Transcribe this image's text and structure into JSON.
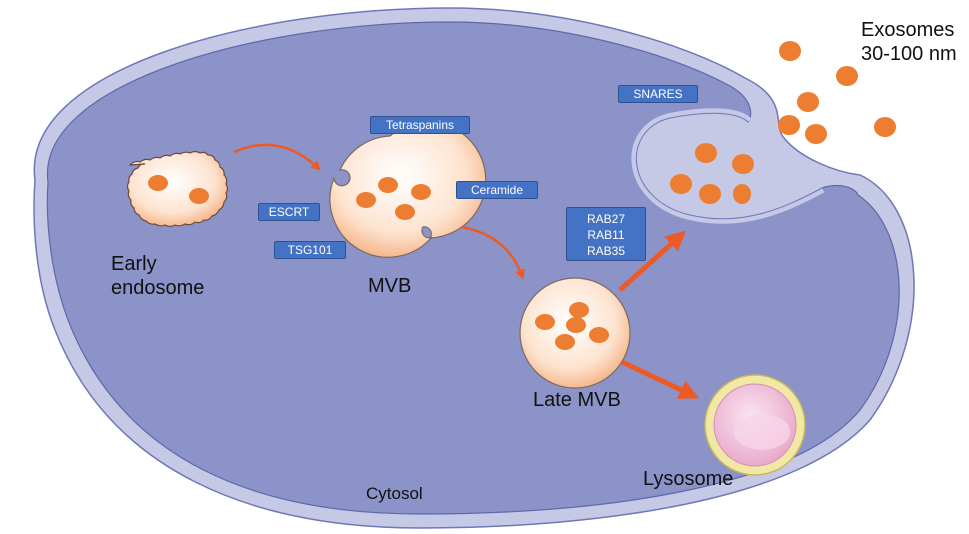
{
  "colors": {
    "cell_fill": "#8b93c9",
    "cell_membrane": "#c5c9e6",
    "cell_outline": "#5f68a8",
    "vesicle_orange": "#ed7d31",
    "arrow_orange": "#ee5a24",
    "tag_blue": "#4472c4",
    "lysosome_ring": "#f2e8a6",
    "lysosome_fill": "#f1b9d6"
  },
  "labels": {
    "early_endosome_line1": "Early",
    "early_endosome_line2": "endosome",
    "mvb": "MVB",
    "late_mvb": "Late MVB",
    "lysosome": "Lysosome",
    "cytosol": "Cytosol",
    "exosomes_line1": "Exosomes",
    "exosomes_line2": "30-100 nm"
  },
  "tags": {
    "tetraspanins": "Tetraspanins",
    "ceramide": "Ceramide",
    "escrt": "ESCRT",
    "tsg101": "TSG101",
    "snares": "SNARES",
    "rab27": "RAB27",
    "rab11": "RAB11",
    "rab35": "RAB35"
  }
}
